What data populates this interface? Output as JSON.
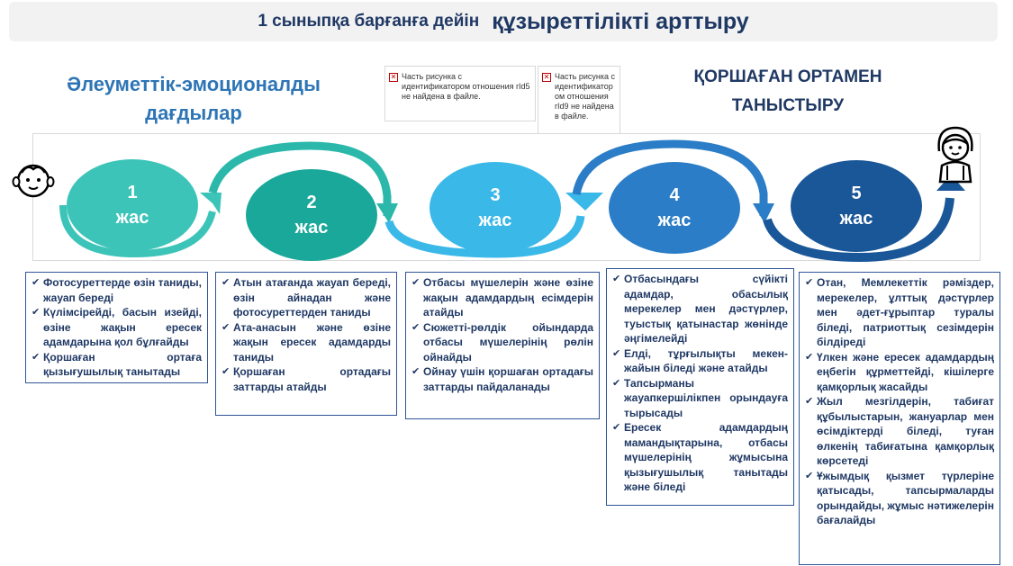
{
  "title": {
    "part1": "1 сыныпқа барғанға дейін",
    "part2": "құзыреттілікті арттыру"
  },
  "headings": {
    "left": "Әлеуметтік-эмоционалды дағдылар",
    "right": "ҚОРШАҒАН ОРТАМЕН ТАНЫСТЫРУ"
  },
  "missing_images": [
    "Часть рисунка с идентификатором отношения rId5 не найдена в файле.",
    "Часть рисунка с идентификатор ом отношения rId9 не найдена в файле."
  ],
  "ages": [
    {
      "num": "1",
      "unit": "жас"
    },
    {
      "num": "2",
      "unit": "жас"
    },
    {
      "num": "3",
      "unit": "жас"
    },
    {
      "num": "4",
      "unit": "жас"
    },
    {
      "num": "5",
      "unit": "жас"
    }
  ],
  "boxes": [
    {
      "items": [
        "Фотосуреттерде өзін таниды, жауап береді",
        "Күлімсірейді, басын изейді, өзіне жақын ересек адамдарына қол бұлғайды",
        "Қоршаған ортаға қызығушылық танытады"
      ]
    },
    {
      "items": [
        "Атын атағанда жауап береді, өзін айнадан және фотосуреттерден таниды",
        "Ата-анасын және өзіне жақын ересек адамдарды таниды",
        "Қоршаған ортадағы заттарды атайды"
      ]
    },
    {
      "items": [
        "Отбасы мүшелерін және өзіне жақын адамдардың есімдерін атайды",
        "Сюжетті-рөлдік ойындарда отбасы мүшелерінің рөлін ойнайды",
        "Ойнау үшін қоршаған ортадағы заттарды пайдаланады"
      ]
    },
    {
      "items": [
        "Отбасындағы сүйікті адамдар, обасылық мерекелер мен дәстүрлер, туыстық қатынастар жөнінде әңгімелейді",
        "Елді, тұрғылықты мекен-жайын біледі және атайды",
        "Тапсырманы жауапкершілікпен орындауға тырысады",
        "Ересек адамдардың мамандықтарына, отбасы мүшелерінің жұмысына қызығушылық танытады және біледі"
      ]
    },
    {
      "items": [
        "Отан, Мемлекеттік рәміздер, мерекелер, ұлттық дәстүрлер мен әдет-ғұрыптар туралы біледі, патриоттық сезімдерін білдіреді",
        "Үлкен және ересек адамдардың еңбегін құрметтейді, кішілерге қамқорлық жасайды",
        "Жыл мезгілдерін, табиғат құбылыстарын, жануарлар мен өсімдіктерді біледі, туған өлкенің табиғатына қамқорлық көрсетеді",
        "Ұжымдық қызмет түрлеріне қатысады, тапсырмаларды орындайды, жұмыс нәтижелерін бағалайды"
      ]
    }
  ],
  "colors": {
    "title_text": "#1f3864",
    "heading_left": "#2e75b6",
    "age1": "#3cc4b8",
    "age2": "#1aa89a",
    "age3": "#3ab8e8",
    "age4": "#2a7dc6",
    "age5": "#1a5799"
  }
}
